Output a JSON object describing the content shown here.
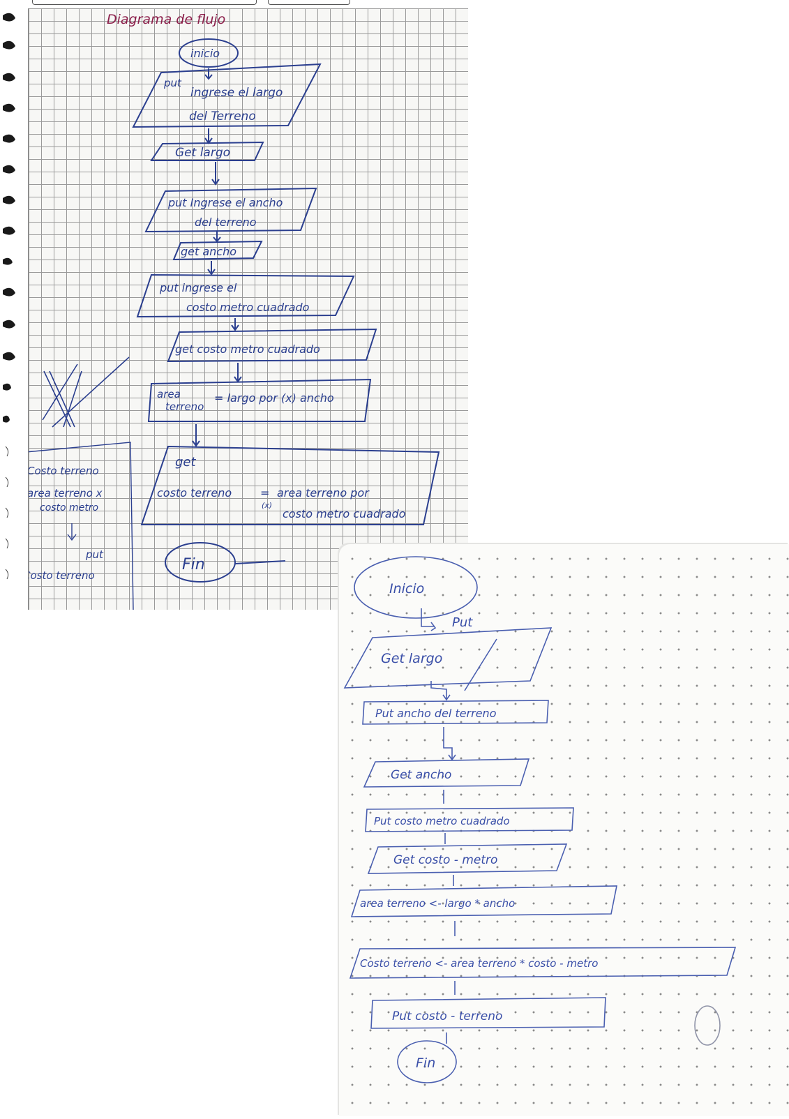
{
  "left_page": {
    "title": "Diagrama de flujo",
    "start": "inicio",
    "step1": {
      "keyword": "put",
      "line1": "ingrese el largo",
      "line2": "del Terreno"
    },
    "step2": {
      "text": "Get largo"
    },
    "step3": {
      "line1": "put Ingrese el ancho",
      "line2": "del terreno"
    },
    "step4": {
      "text": "get ancho"
    },
    "step5": {
      "line1": "put ingrese el",
      "line2": "costo metro cuadrado"
    },
    "step6": {
      "text": "get costo metro cuadrado"
    },
    "step7": {
      "left1": "area",
      "left2": "terreno",
      "right": "= largo por (x) ancho"
    },
    "step8": {
      "keyword": "get",
      "left": "costo terreno",
      "op": "=",
      "right1": "area terreno por",
      "mark": "(x)",
      "right2": "costo metro cuadrado"
    },
    "end": "Fin",
    "side_note": {
      "line1": "Costo terreno",
      "line2": "area terreno x",
      "line3": "costo metro",
      "line4": "put",
      "line5": "Costo terreno"
    }
  },
  "right_page": {
    "start": "Inicio",
    "label_put": "Put",
    "step1": "Get largo",
    "step2": "Put ancho del terreno",
    "step3": "Get ancho",
    "step4": "Put costo metro cuadrado",
    "step5": "Get costo - metro",
    "step6": "area terreno <- largo * ancho",
    "step7": "Costo terreno <- area terreno * costo - metro",
    "step8": "Put costo - terreno",
    "end": "Fin"
  },
  "colors": {
    "ink_blue": "#2b3f8f",
    "ink_red": "#8b1e4a",
    "pencil": "#5a5f7a",
    "grid": "#9a9a9a"
  }
}
